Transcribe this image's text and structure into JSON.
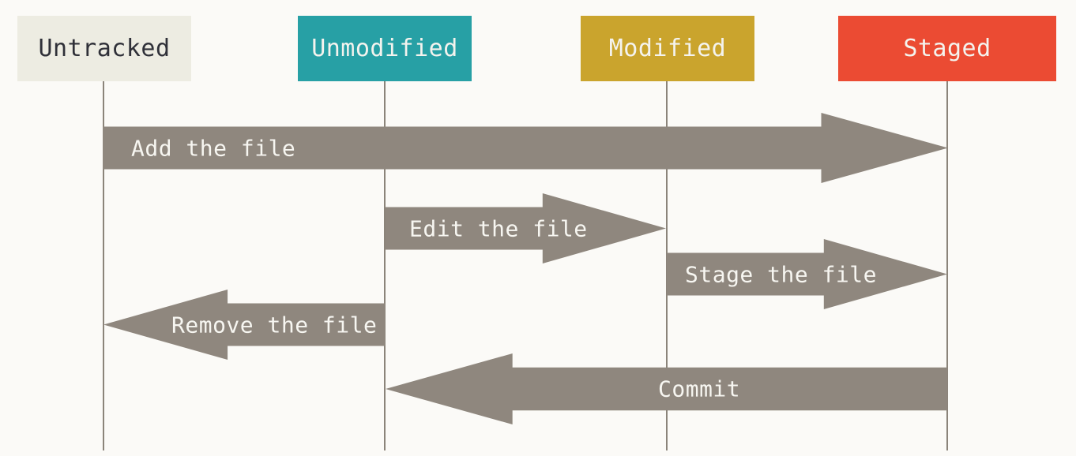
{
  "colors": {
    "background": "#FBFAF7",
    "lifeline": "#8B847A",
    "arrow": "#8F877E",
    "arrow_text": "#F7F6F1"
  },
  "states": [
    {
      "label": "Untracked",
      "color": "#EDECE2",
      "text_color": "#2F3038"
    },
    {
      "label": "Unmodified",
      "color": "#27A0A5",
      "text_color": "#F4F3EE"
    },
    {
      "label": "Modified",
      "color": "#CAA42D",
      "text_color": "#F4F3EE"
    },
    {
      "label": "Staged",
      "color": "#EB4B33",
      "text_color": "#F4F3EE"
    }
  ],
  "arrows": [
    {
      "label": "Add the file",
      "from": "Untracked",
      "to": "Staged",
      "direction": "right"
    },
    {
      "label": "Edit the file",
      "from": "Unmodified",
      "to": "Modified",
      "direction": "right"
    },
    {
      "label": "Stage the file",
      "from": "Modified",
      "to": "Staged",
      "direction": "right"
    },
    {
      "label": "Remove the file",
      "from": "Unmodified",
      "to": "Untracked",
      "direction": "left"
    },
    {
      "label": "Commit",
      "from": "Staged",
      "to": "Unmodified",
      "direction": "left"
    }
  ]
}
